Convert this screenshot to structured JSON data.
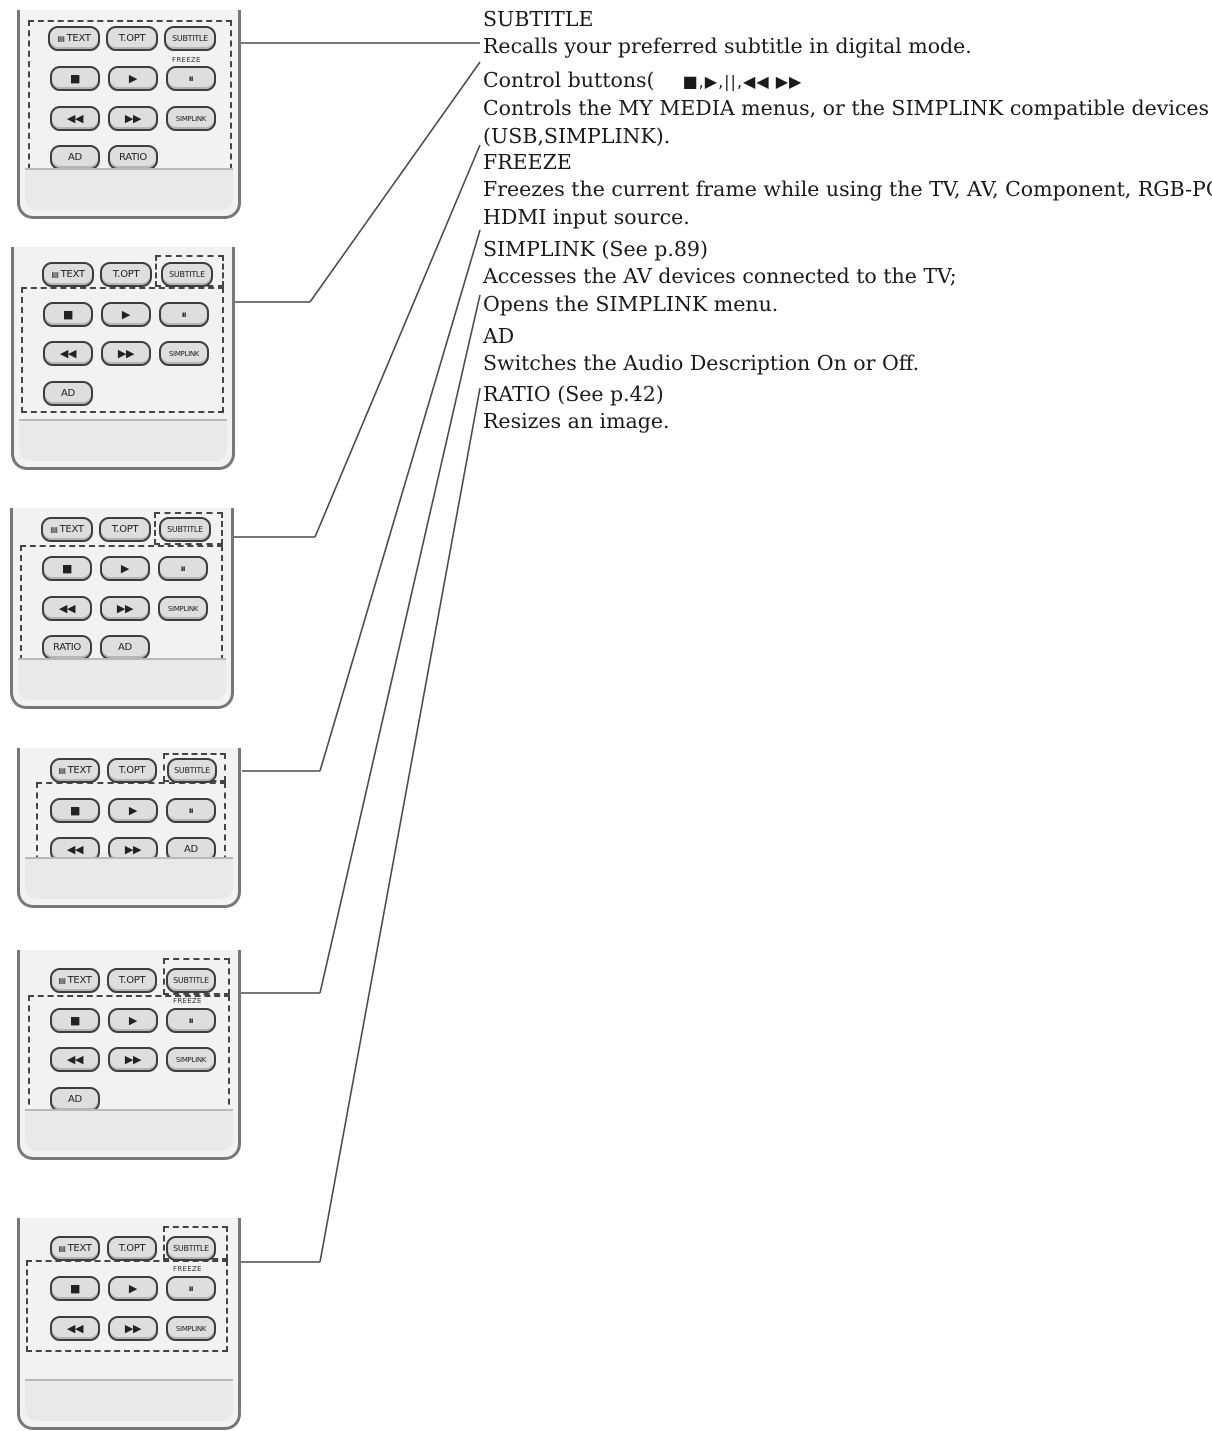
{
  "remotes": [
    {
      "row1": {
        "text_button": "TEXT",
        "topt_button": "T.OPT",
        "subtitle_button": "SUBTITLE"
      },
      "freeze_label": "FREEZE",
      "row2": {
        "stop_icon": "■",
        "play_icon": "▶",
        "pause_icon": "⏸"
      },
      "row3": {
        "rewind_icon": "◀◀",
        "ffwd_icon": "▶▶",
        "simplink_button": "SIMPLINK"
      },
      "row4": {
        "ad_button": "AD",
        "ratio_button": "RATIO"
      }
    },
    {
      "row1": {
        "text_button": "TEXT",
        "topt_button": "T.OPT",
        "subtitle_button": "SUBTITLE"
      },
      "row2": {
        "stop_icon": "■",
        "play_icon": "▶",
        "pause_icon": "⏸"
      },
      "row3": {
        "rewind_icon": "◀◀",
        "ffwd_icon": "▶▶",
        "simplink_button": "SIMPLINK"
      },
      "row4": {
        "ad_button": "AD"
      }
    },
    {
      "row1": {
        "text_button": "TEXT",
        "topt_button": "T.OPT",
        "subtitle_button": "SUBTITLE"
      },
      "row2": {
        "stop_icon": "■",
        "play_icon": "▶",
        "pause_icon": "⏸"
      },
      "row3": {
        "rewind_icon": "◀◀",
        "ffwd_icon": "▶▶",
        "simplink_button": "SIMPLINK"
      },
      "row4": {
        "ratio_button": "RATIO",
        "ad_button": "AD"
      }
    },
    {
      "row1": {
        "text_button": "TEXT",
        "topt_button": "T.OPT",
        "subtitle_button": "SUBTITLE"
      },
      "row2": {
        "stop_icon": "■",
        "play_icon": "▶",
        "pause_icon": "⏸"
      },
      "row3": {
        "rewind_icon": "◀◀",
        "ffwd_icon": "▶▶",
        "ad_button": "AD"
      }
    },
    {
      "row1": {
        "text_button": "TEXT",
        "topt_button": "T.OPT",
        "subtitle_button": "SUBTITLE"
      },
      "freeze_label": "FREEZE",
      "row2": {
        "stop_icon": "■",
        "play_icon": "▶",
        "pause_icon": "⏸"
      },
      "row3": {
        "rewind_icon": "◀◀",
        "ffwd_icon": "▶▶",
        "simplink_button": "SIMPLINK"
      },
      "row4": {
        "ad_button": "AD"
      }
    },
    {
      "row1": {
        "text_button": "TEXT",
        "topt_button": "T.OPT",
        "subtitle_button": "SUBTITLE"
      },
      "freeze_label": "FREEZE",
      "row2": {
        "stop_icon": "■",
        "play_icon": "▶",
        "pause_icon": "⏸"
      },
      "row3": {
        "rewind_icon": "◀◀",
        "ffwd_icon": "▶▶",
        "simplink_button": "SIMPLINK"
      }
    }
  ],
  "entries": {
    "subtitle": {
      "heading": "SUBTITLE",
      "desc": "Recalls your preferred subtitle in digital mode."
    },
    "control": {
      "heading": "Control buttons(",
      "glyphs": "■,▶,||,◀◀ ▶▶",
      "desc1": "Controls the MY MEDIA menus, or the SIMPLINK compatible devices",
      "desc2": "(USB,SIMPLINK)."
    },
    "freeze": {
      "heading": "FREEZE",
      "desc1": "Freezes the current frame while using the TV, AV, Component, RGB-PC, or",
      "desc2": "HDMI input source."
    },
    "simplink": {
      "heading": "SIMPLINK (See p.89)",
      "desc1": "Accesses the AV devices connected to the TV;",
      "desc2": "Opens the SIMPLINK menu."
    },
    "ad": {
      "heading": "AD",
      "desc": "Switches the Audio Description On or Off."
    },
    "ratio": {
      "heading": "RATIO (See p.42)",
      "desc": "Resizes an image."
    }
  }
}
